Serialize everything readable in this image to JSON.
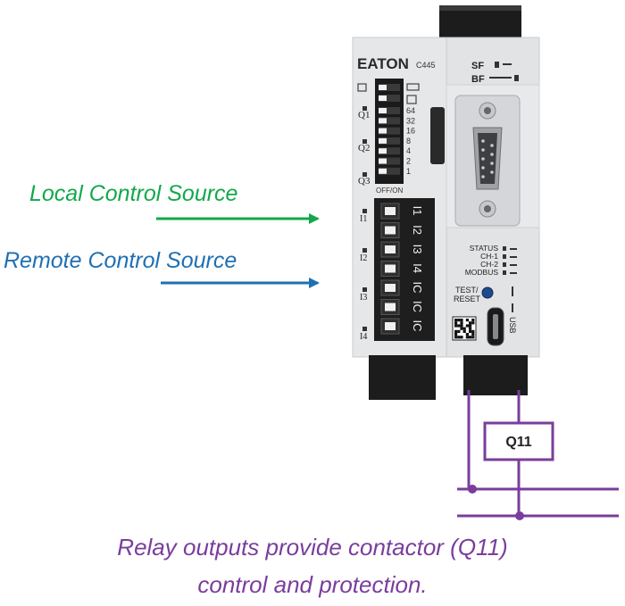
{
  "colors": {
    "local": "#12a84a",
    "remote": "#1f6fb3",
    "circuit": "#7a3d9c",
    "device_body": "#e4e6e8",
    "device_dark": "#1c1c1c"
  },
  "labels": {
    "local_control": "Local Control Source",
    "remote_control": "Remote Control Source"
  },
  "device": {
    "brand": "EATON",
    "model": "C445",
    "led_sf": "SF",
    "led_bf": "BF",
    "dip_values": [
      "64",
      "32",
      "16",
      "8",
      "4",
      "2",
      "1"
    ],
    "dip_caption": "OFF/ON",
    "outputs": [
      "Q1",
      "Q2",
      "Q3"
    ],
    "inputs": [
      "I1",
      "I2",
      "I3",
      "I4"
    ],
    "terminal_labels": [
      "I1",
      "I2",
      "I3",
      "I4",
      "IC",
      "IC",
      "IC"
    ],
    "status_leds": [
      "STATUS",
      "CH-1",
      "CH-2",
      "MODBUS"
    ],
    "test_label_1": "TEST/",
    "test_label_2": "RESET",
    "usb_label": "USB"
  },
  "circuit": {
    "contactor": "Q11"
  },
  "caption": {
    "line1": "Relay outputs provide contactor (Q11)",
    "line2": "control and protection."
  }
}
